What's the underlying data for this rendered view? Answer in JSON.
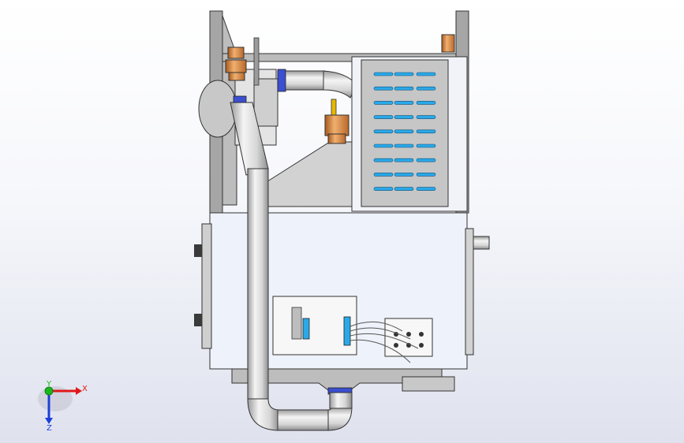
{
  "scene": {
    "description_visible_text": "",
    "background_top": "#ffffff",
    "background_bottom": "#dfe2ee"
  },
  "triad": {
    "x_label": "X",
    "y_label": "Y",
    "z_label": "Z",
    "x_color": "#e01818",
    "y_color": "#18b818",
    "z_color": "#1c3fd8"
  },
  "colors": {
    "frame": "#9a9a9a",
    "panel_light": "#e9eef6",
    "panel_grey": "#c9c9c9",
    "vent_slot": "#2aa9e8",
    "pipe": "#d8d8d8",
    "brass": "#d98a3a",
    "blue_ring": "#3b4fd0"
  }
}
